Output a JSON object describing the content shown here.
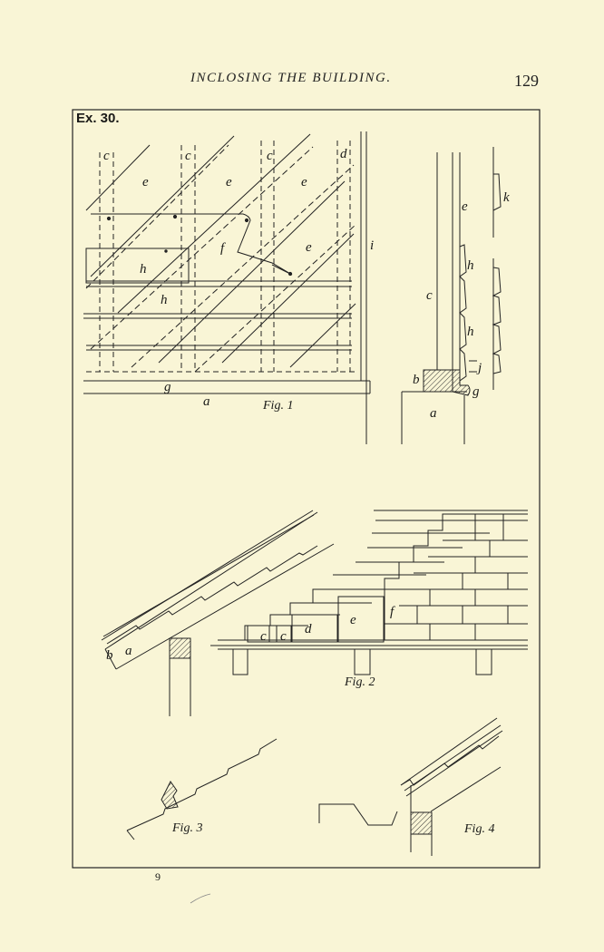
{
  "header": {
    "running_title": "INCLOSING THE BUILDING.",
    "page_number": "129"
  },
  "plate": {
    "exercise_label": "Ex. 30."
  },
  "figures": {
    "fig1": {
      "caption": "Fig. 1",
      "labels": {
        "c": "c",
        "d": "d",
        "e": "e",
        "f": "f",
        "h": "h",
        "g": "g",
        "a": "a",
        "i": "i"
      }
    },
    "section": {
      "labels": {
        "e": "e",
        "k": "k",
        "h": "h",
        "c": "c",
        "j": "j",
        "b": "b",
        "g": "g",
        "a": "a"
      }
    },
    "fig2": {
      "caption": "Fig. 2",
      "labels": {
        "a": "a",
        "b": "b",
        "c": "c",
        "d": "d",
        "e": "e",
        "f": "f"
      }
    },
    "fig3": {
      "caption": "Fig. 3"
    },
    "fig4": {
      "caption": "Fig. 4"
    }
  },
  "footer": {
    "signature": "9"
  }
}
